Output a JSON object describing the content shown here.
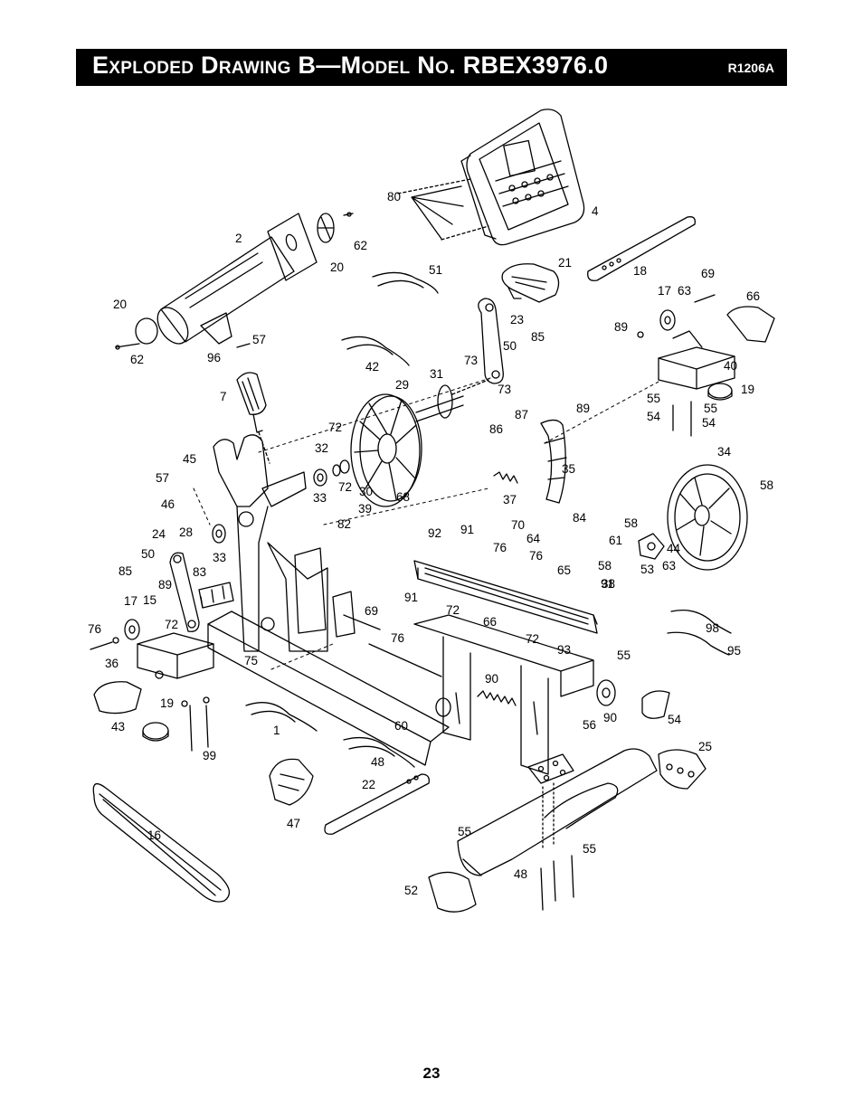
{
  "header": {
    "title": "Exploded Drawing B—Model No. RBEX3976.0",
    "code": "R1206A"
  },
  "page_number": "23",
  "callouts": [
    "80",
    "4",
    "2",
    "62",
    "20",
    "51",
    "21",
    "18",
    "69",
    "17",
    "63",
    "66",
    "20",
    "89",
    "62",
    "57",
    "96",
    "42",
    "23",
    "50",
    "85",
    "40",
    "73",
    "73",
    "31",
    "19",
    "7",
    "29",
    "55",
    "54",
    "55",
    "54",
    "89",
    "86",
    "87",
    "45",
    "72",
    "32",
    "57",
    "46",
    "33",
    "72",
    "30",
    "35",
    "34",
    "68",
    "58",
    "39",
    "37",
    "24",
    "28",
    "50",
    "33",
    "82",
    "70",
    "64",
    "84",
    "91",
    "92",
    "76",
    "58",
    "61",
    "44",
    "85",
    "89",
    "83",
    "91",
    "76",
    "65",
    "58",
    "53",
    "63",
    "17",
    "15",
    "72",
    "91",
    "38",
    "69",
    "76",
    "72",
    "66",
    "36",
    "76",
    "72",
    "93",
    "98",
    "95",
    "75",
    "90",
    "55",
    "19",
    "43",
    "1",
    "60",
    "90",
    "56",
    "54",
    "99",
    "48",
    "25",
    "22",
    "47",
    "16",
    "55",
    "55",
    "48",
    "52"
  ]
}
